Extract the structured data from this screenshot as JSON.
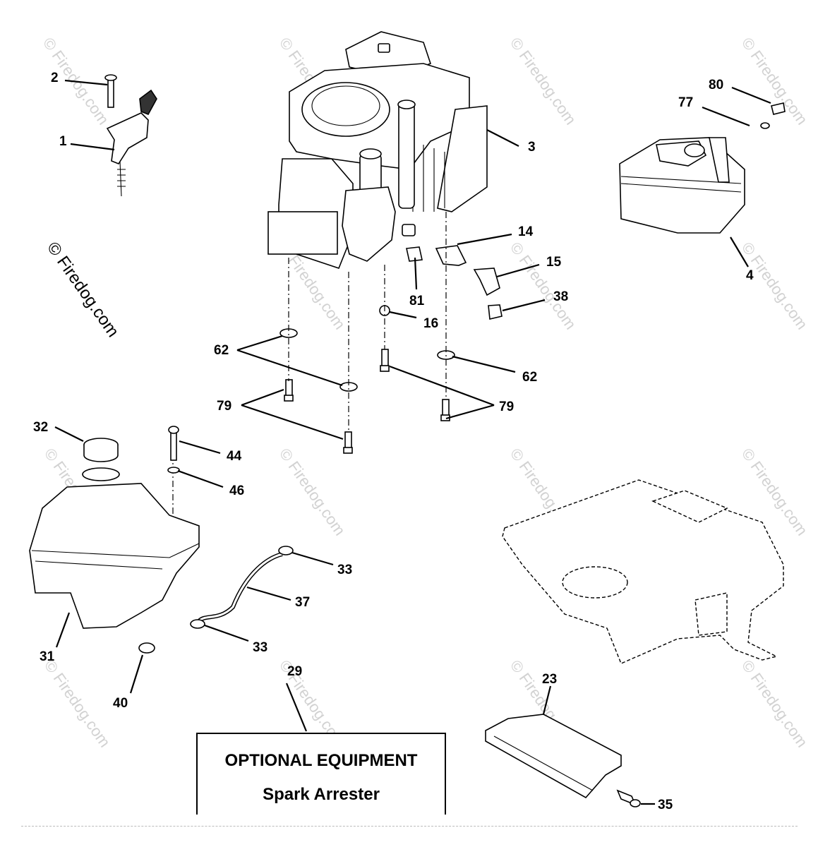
{
  "watermark": {
    "brand": "© Firedog.com",
    "faint_text": "© Firedog.com"
  },
  "callouts": {
    "c1": "1",
    "c2": "2",
    "c3": "3",
    "c4": "4",
    "c14": "14",
    "c15": "15",
    "c16": "16",
    "c23": "23",
    "c29": "29",
    "c31": "31",
    "c32": "32",
    "c33a": "33",
    "c33b": "33",
    "c35": "35",
    "c37": "37",
    "c38": "38",
    "c40": "40",
    "c44": "44",
    "c46": "46",
    "c62a": "62",
    "c62b": "62",
    "c77": "77",
    "c79a": "79",
    "c79b": "79",
    "c80": "80",
    "c81": "81"
  },
  "optional_box": {
    "title": "OPTIONAL EQUIPMENT",
    "subtitle": "Spark Arrester"
  }
}
